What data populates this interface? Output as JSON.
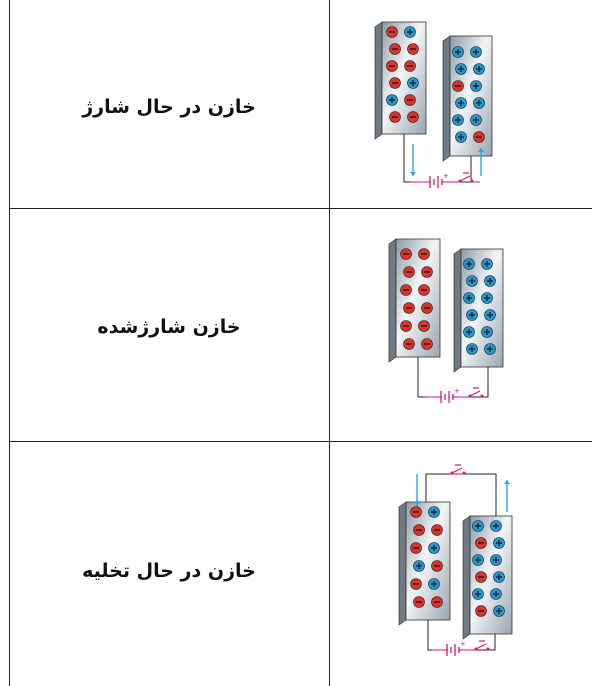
{
  "rows": [
    {
      "label": "خازن در حال شارژ"
    },
    {
      "label": "خازن شارژشده"
    },
    {
      "label": "خازن در حال تخلیه"
    }
  ],
  "colors": {
    "negative_charge": "#d9342b",
    "positive_charge": "#1f9ad6",
    "battery_wire": "#d1197a",
    "current_arrow": "#2aa6e0",
    "wire": "#222222"
  },
  "icons": {
    "negative": "minus-charge",
    "positive": "plus-charge"
  }
}
